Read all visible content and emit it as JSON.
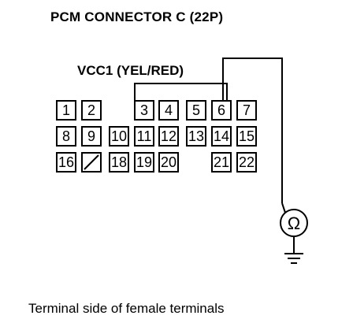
{
  "diagram": {
    "title": "PCM CONNECTOR C (22P)",
    "pin_label": "VCC1 (YEL/RED)",
    "caption": "Terminal side of female terminals",
    "connector_rows": [
      [
        "1",
        "2",
        "",
        "3",
        "4",
        "5",
        "6",
        "7"
      ],
      [
        "8",
        "9",
        "10",
        "11",
        "12",
        "13",
        "14",
        "15"
      ],
      [
        "16",
        "",
        "18",
        "19",
        "20",
        "",
        "21",
        "22"
      ]
    ],
    "meter_symbol": "Ω"
  }
}
